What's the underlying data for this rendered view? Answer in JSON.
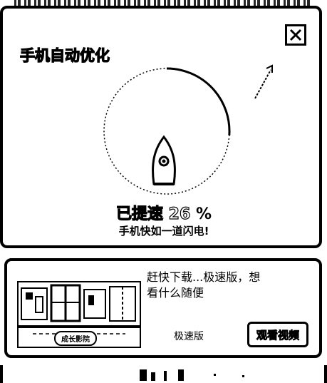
{
  "dialog": {
    "title": "手机自动优化",
    "speed_prefix": "已提速",
    "speed_value": "26",
    "speed_unit": "%",
    "speed_percent": 26,
    "subtitle": "手机快如一道闪电!",
    "close_icon": "close-icon"
  },
  "ad": {
    "text": "赶快下载...极速版，想看什么随便",
    "sub_label": "极速版",
    "thumb_tag": "成长影院",
    "watch_button": "观看视频"
  },
  "colors": {
    "ink": "#000000",
    "paper": "#ffffff"
  }
}
